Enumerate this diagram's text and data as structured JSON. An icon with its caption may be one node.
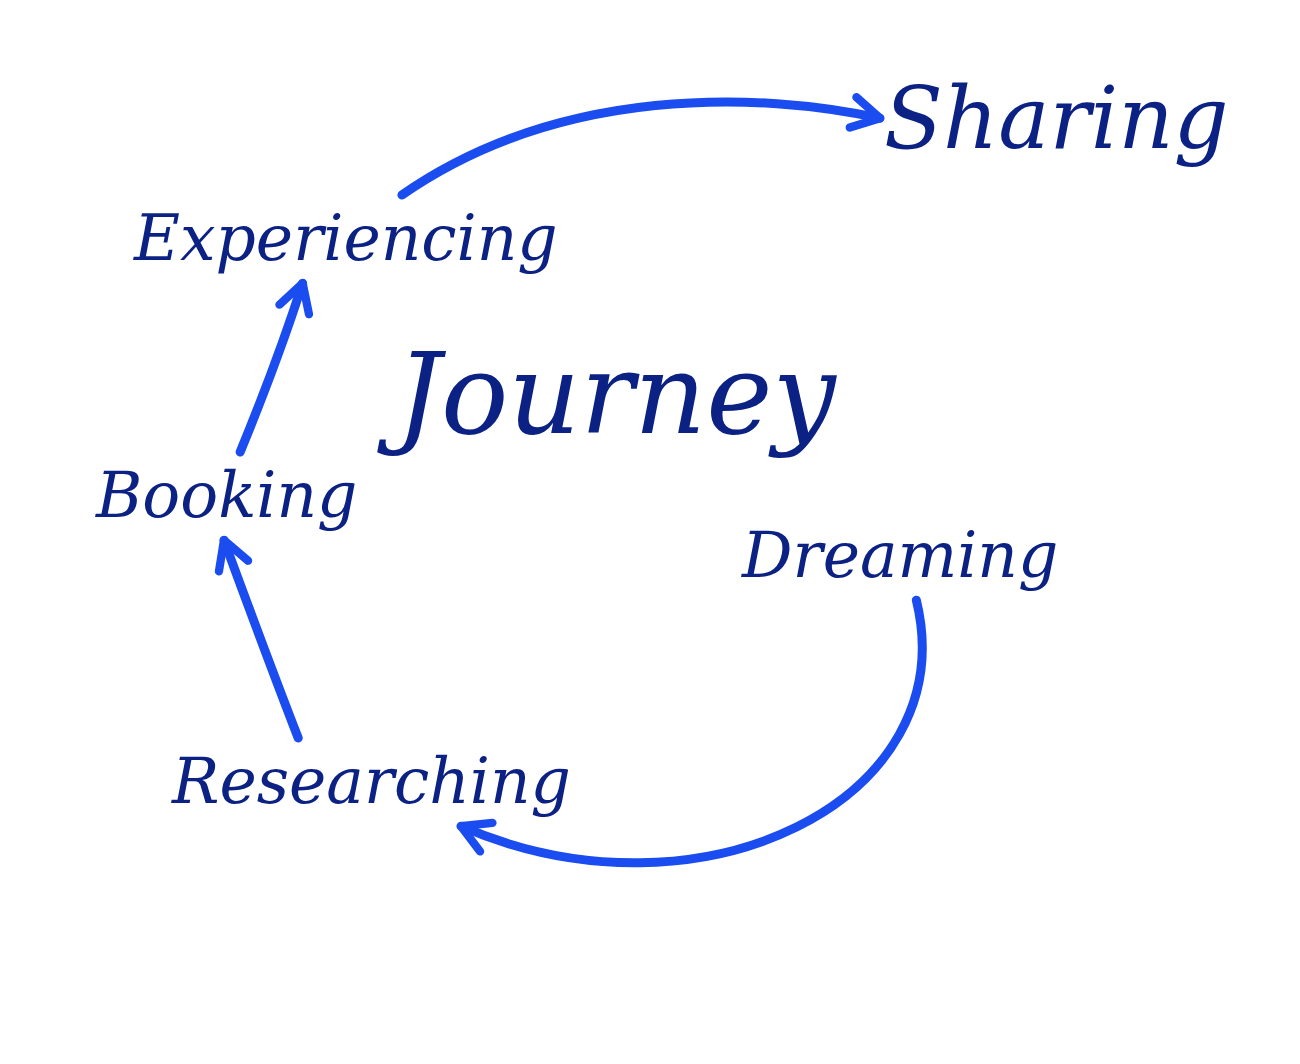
{
  "diagram": {
    "title": "Journey",
    "nodes": [
      {
        "text": [
          "Sharing"
        ]
      },
      {
        "text": [
          "Experiencing"
        ]
      },
      {
        "text": [
          "Booking"
        ]
      },
      {
        "text": [
          "Dreaming"
        ]
      },
      {
        "text": [
          "Researching"
        ]
      }
    ],
    "edges": [
      {
        "from": 3,
        "to": 4,
        "arrow": "to"
      },
      {
        "from": 4,
        "to": 2,
        "arrow": "to"
      },
      {
        "from": 2,
        "to": 1,
        "arrow": "to"
      },
      {
        "from": 1,
        "to": 0,
        "arrow": "to"
      }
    ]
  }
}
